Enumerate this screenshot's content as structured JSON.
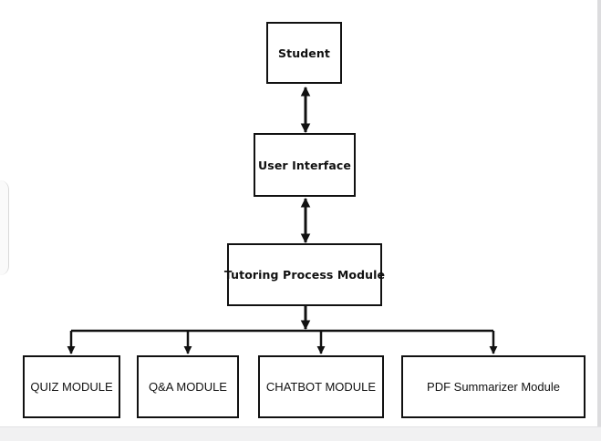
{
  "diagram": {
    "nodes": {
      "student": "Student",
      "user_interface": "User Interface",
      "tutoring": "Tutoring Process Module",
      "quiz": "QUIZ MODULE",
      "qa": "Q&A MODULE",
      "chatbot": "CHATBOT MODULE",
      "pdf": "PDF Summarizer Module"
    },
    "edges": [
      {
        "from": "student",
        "to": "user_interface",
        "type": "bidirectional"
      },
      {
        "from": "user_interface",
        "to": "tutoring",
        "type": "bidirectional"
      },
      {
        "from": "tutoring",
        "to": "quiz",
        "type": "directed"
      },
      {
        "from": "tutoring",
        "to": "qa",
        "type": "directed"
      },
      {
        "from": "tutoring",
        "to": "chatbot",
        "type": "directed"
      },
      {
        "from": "tutoring",
        "to": "pdf",
        "type": "directed"
      }
    ],
    "colors": {
      "line": "#111111",
      "box_fill": "#ffffff",
      "background": "#ffffff"
    }
  }
}
